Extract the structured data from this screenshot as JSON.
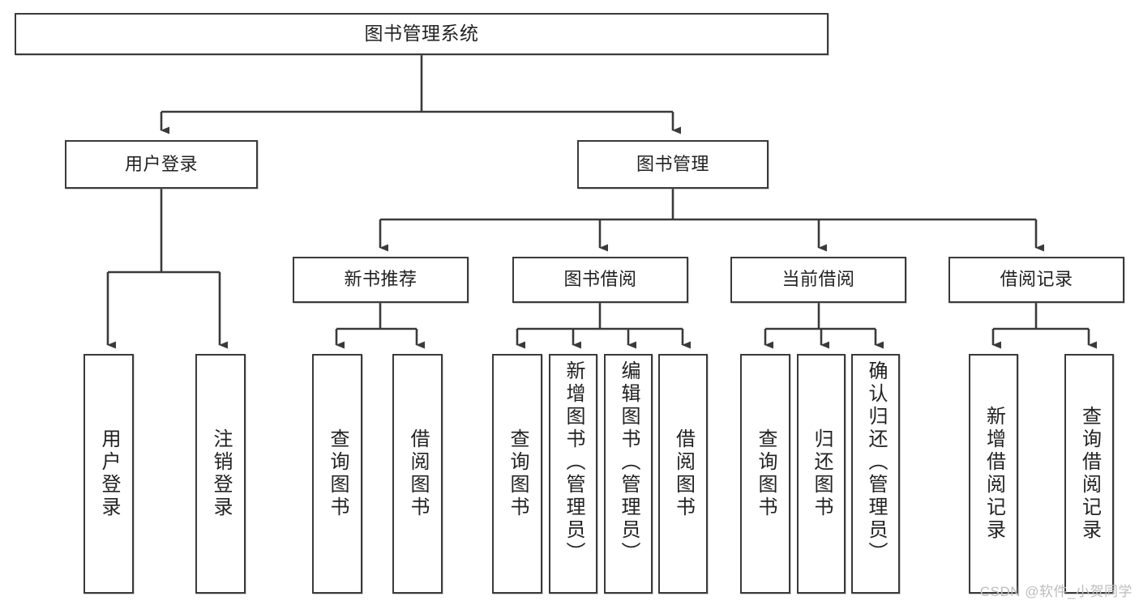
{
  "diagram": {
    "type": "tree",
    "title": "图书管理系统",
    "watermark": "CSDN @软件_小贺同学",
    "colors": {
      "box_border": "#3a3a3a",
      "box_fill": "#ffffff",
      "edge": "#3a3a3a",
      "text": "#222222",
      "watermark": "#bdbdbd"
    },
    "nodes": {
      "root": {
        "label": "图书管理系统"
      },
      "level2": [
        {
          "id": "user-login",
          "label": "用户登录"
        },
        {
          "id": "book-manage",
          "label": "图书管理"
        }
      ],
      "level3": [
        {
          "id": "new-book-rec",
          "label": "新书推荐"
        },
        {
          "id": "book-borrow",
          "label": "图书借阅"
        },
        {
          "id": "current-borrow",
          "label": "当前借阅"
        },
        {
          "id": "borrow-record",
          "label": "借阅记录"
        }
      ],
      "leaves": {
        "user-login": [
          {
            "id": "leaf-user-login",
            "label": "用户登录"
          },
          {
            "id": "leaf-logout",
            "label": "注销登录"
          }
        ],
        "new-book-rec": [
          {
            "id": "leaf-query-book-1",
            "label": "查询图书"
          },
          {
            "id": "leaf-borrow-book-1",
            "label": "借阅图书"
          }
        ],
        "book-borrow": [
          {
            "id": "leaf-query-book-2",
            "label": "查询图书"
          },
          {
            "id": "leaf-add-book",
            "label": "新增图书（管理员）"
          },
          {
            "id": "leaf-edit-book",
            "label": "编辑图书（管理员）"
          },
          {
            "id": "leaf-borrow-book-2",
            "label": "借阅图书"
          }
        ],
        "current-borrow": [
          {
            "id": "leaf-query-book-3",
            "label": "查询图书"
          },
          {
            "id": "leaf-return-book",
            "label": "归还图书"
          },
          {
            "id": "leaf-confirm-return",
            "label": "确认归还（管理员）"
          }
        ],
        "borrow-record": [
          {
            "id": "leaf-add-record",
            "label": "新增借阅记录"
          },
          {
            "id": "leaf-query-record",
            "label": "查询借阅记录"
          }
        ]
      }
    }
  }
}
